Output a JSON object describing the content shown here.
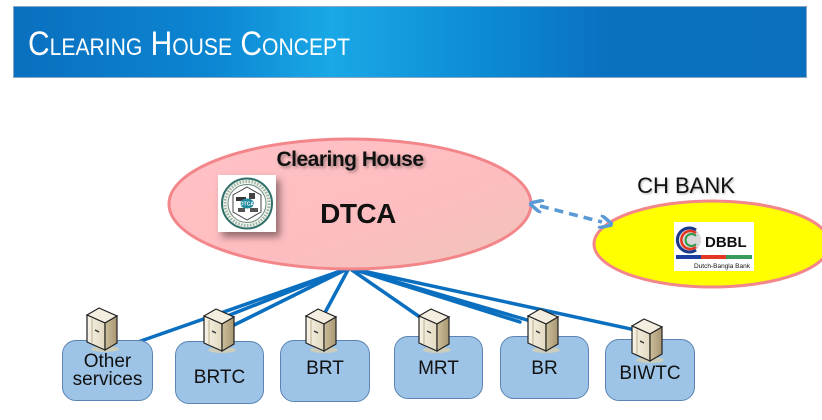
{
  "slide": {
    "title": "Clearing House Concept"
  },
  "clearing_house": {
    "heading": "Clearing House",
    "name": "DTCA",
    "logo_icon": "dtca-emblem-icon",
    "fill_color": "#ffc0c4",
    "border_color": "#f08080"
  },
  "ch_bank": {
    "heading": "CH BANK",
    "logo_text": "DBBL",
    "logo_subtext": "Dutch-Bangla Bank",
    "fill_color": "#ffff00",
    "border_color": "#f08080"
  },
  "link": {
    "type": "bidirectional-dashed-arrow",
    "color": "#5b9bd5"
  },
  "connector_color": "#0b6fc0",
  "services": [
    {
      "label_line1": "Other",
      "label_line2": "services",
      "icon": "server-icon"
    },
    {
      "label_line1": "BRTC",
      "label_line2": "",
      "icon": "server-icon"
    },
    {
      "label_line1": "BRT",
      "label_line2": "",
      "icon": "server-icon"
    },
    {
      "label_line1": "MRT",
      "label_line2": "",
      "icon": "server-icon"
    },
    {
      "label_line1": "BR",
      "label_line2": "",
      "icon": "server-icon"
    },
    {
      "label_line1": "BIWTC",
      "label_line2": "",
      "icon": "server-icon"
    }
  ]
}
